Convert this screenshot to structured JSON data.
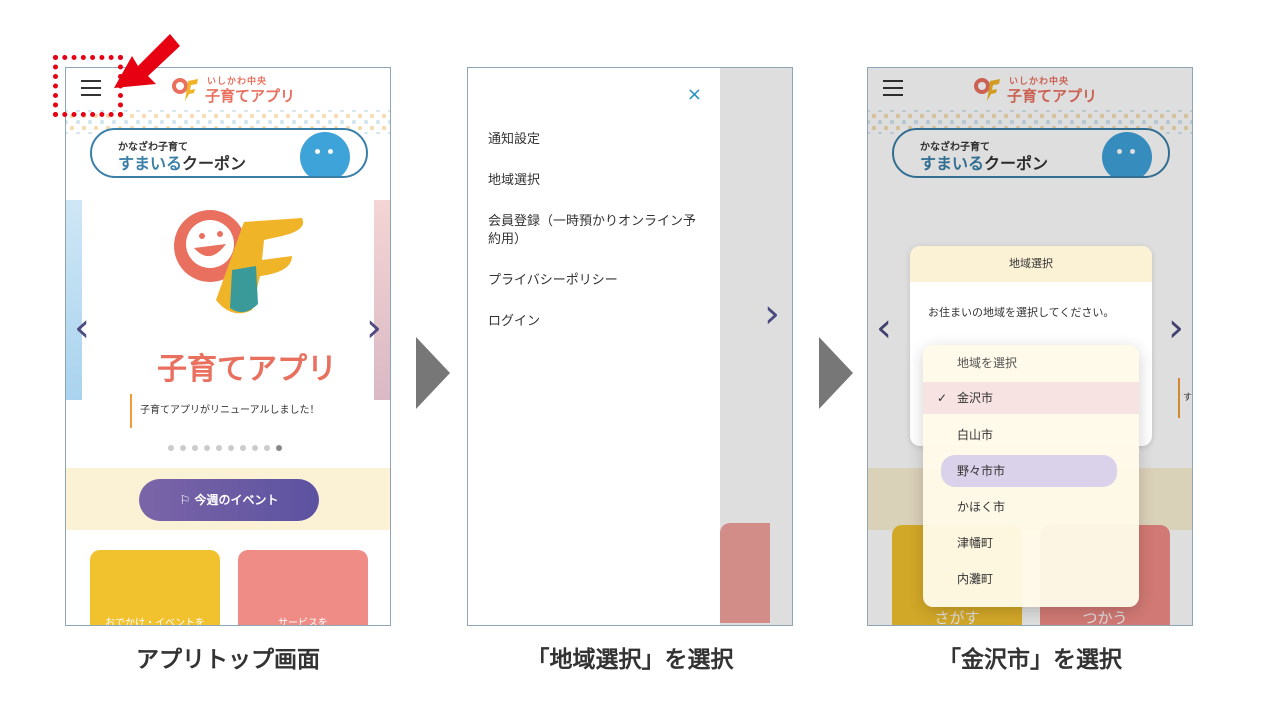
{
  "app": {
    "logo_sub": "いしかわ中央",
    "logo_name": "子育てアプリ",
    "coupon_small": "かなざわ子育て",
    "coupon_big_pre": "すまいる",
    "coupon_big_post": "クーポン",
    "hero_title": "子育てアプリ",
    "news_text": "子育てアプリがリニューアルしました！",
    "event_button": "今週のイベント",
    "tile_left": "おでかけ・イベントを",
    "tile_right": "サービスを",
    "tile_left_short": "さがす",
    "tile_right_short": "つかう",
    "side_text": "す",
    "accent": "#e9705f",
    "primary": "#5c52a0"
  },
  "panel1": {
    "caption": "アプリトップ画面"
  },
  "panel2": {
    "caption": "「地域選択」を選択",
    "close": "×",
    "menu": [
      "通知設定",
      "地域選択",
      "会員登録（一時預かりオンライン予約用）",
      "プライバシーポリシー",
      "ログイン"
    ]
  },
  "panel3": {
    "caption": "「金沢市」を選択",
    "modal_title": "地域選択",
    "modal_text": "お住まいの地域を選択してください。",
    "options": [
      "地域を選択",
      "金沢市",
      "白山市",
      "野々市市",
      "かほく市",
      "津幡町",
      "内灘町"
    ],
    "check": "✓"
  },
  "highlight_color": "#e60012",
  "arrow_color": "#777777"
}
